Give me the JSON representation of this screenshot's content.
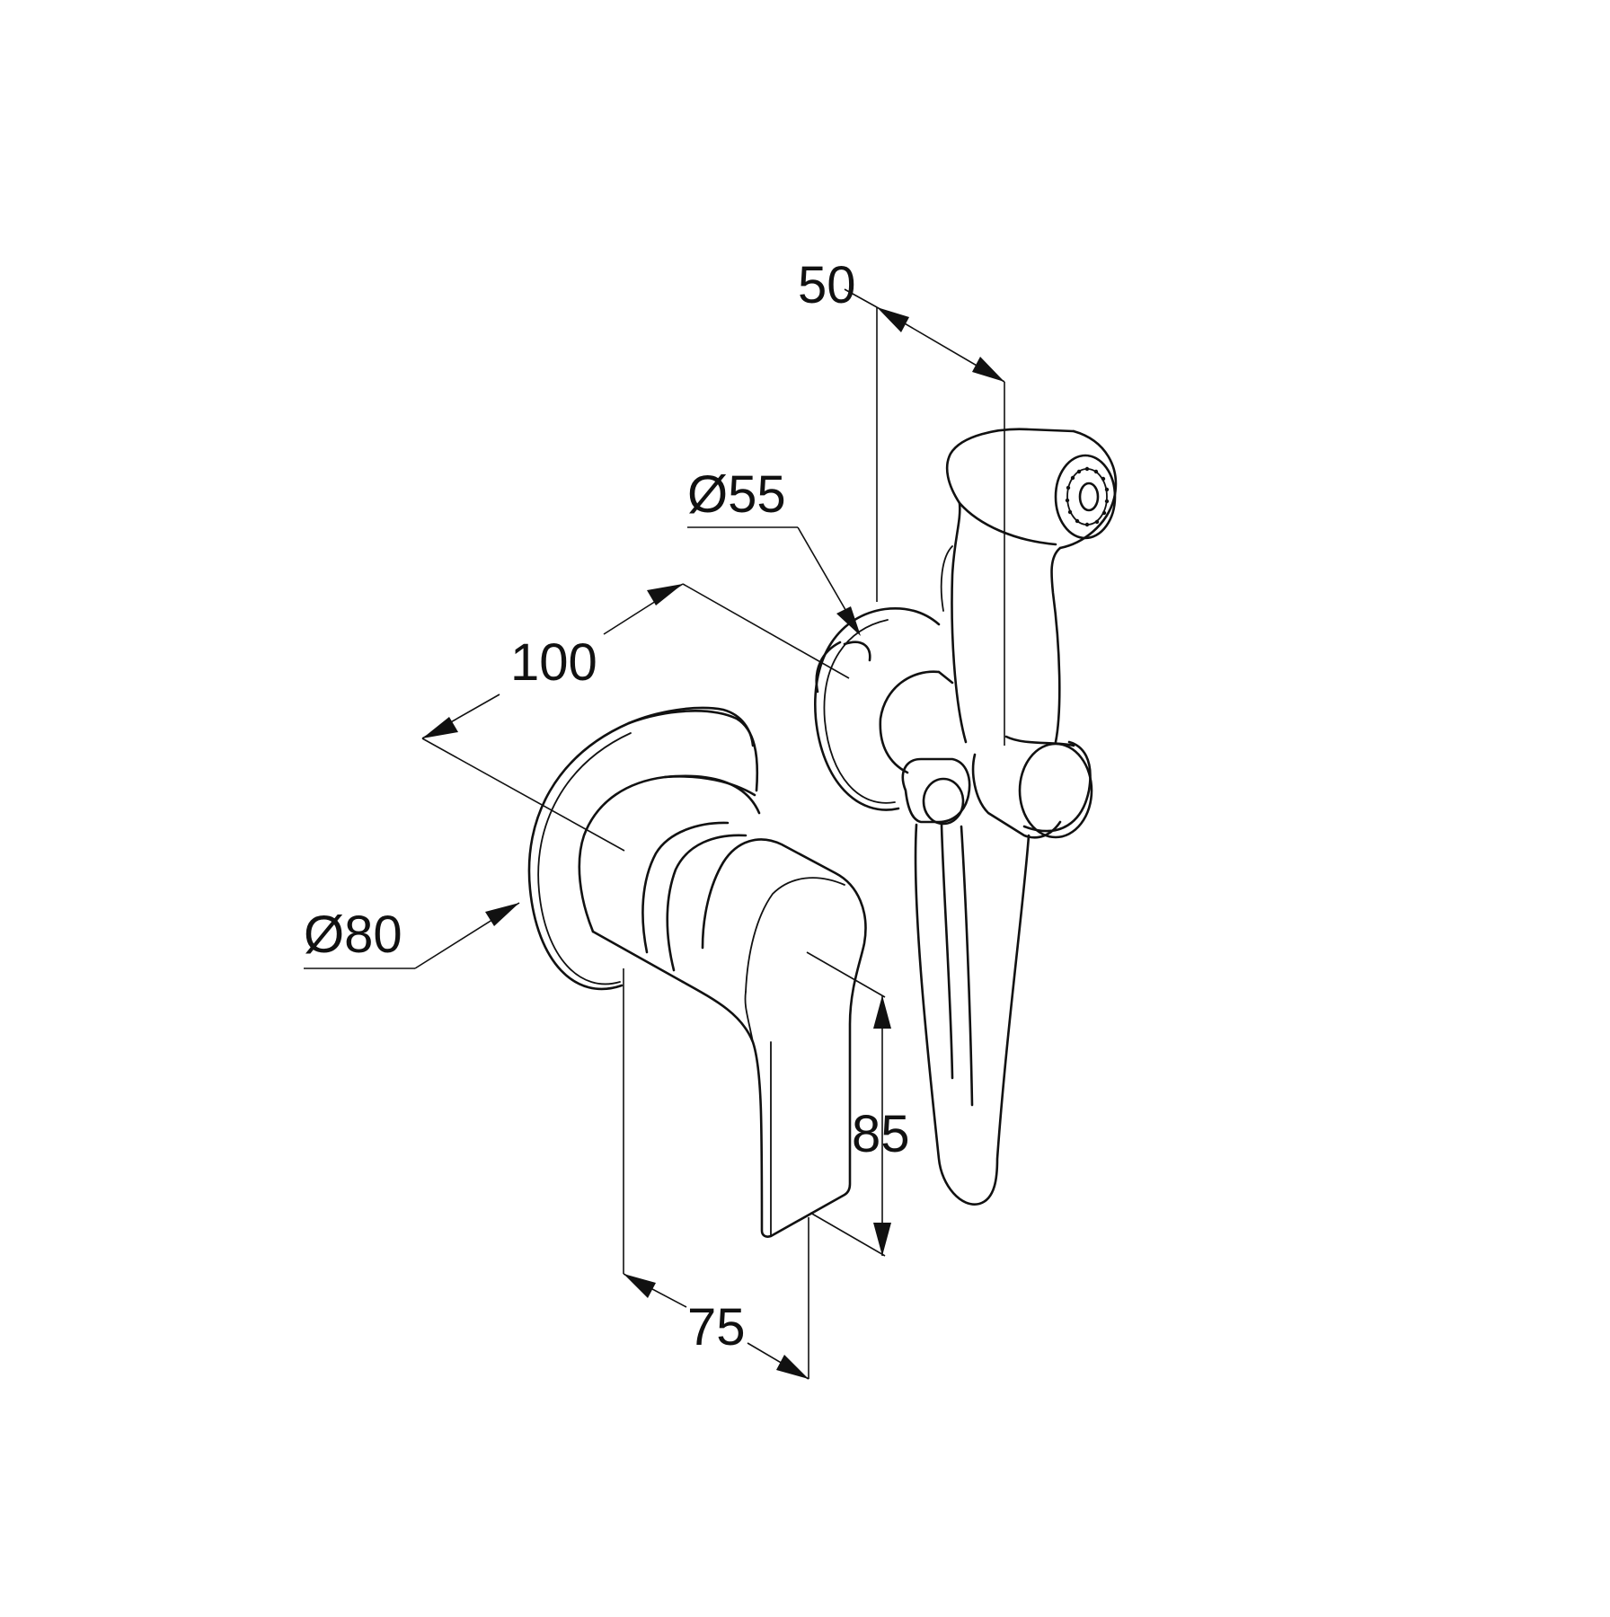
{
  "colors": {
    "line": "#111111",
    "background": "#ffffff"
  },
  "dimensions": {
    "hand_shower_offset": "50",
    "holder_diameter": "Ø55",
    "depth": "100",
    "rosette_diameter": "Ø80",
    "lever_height": "85",
    "lever_length": "75"
  }
}
